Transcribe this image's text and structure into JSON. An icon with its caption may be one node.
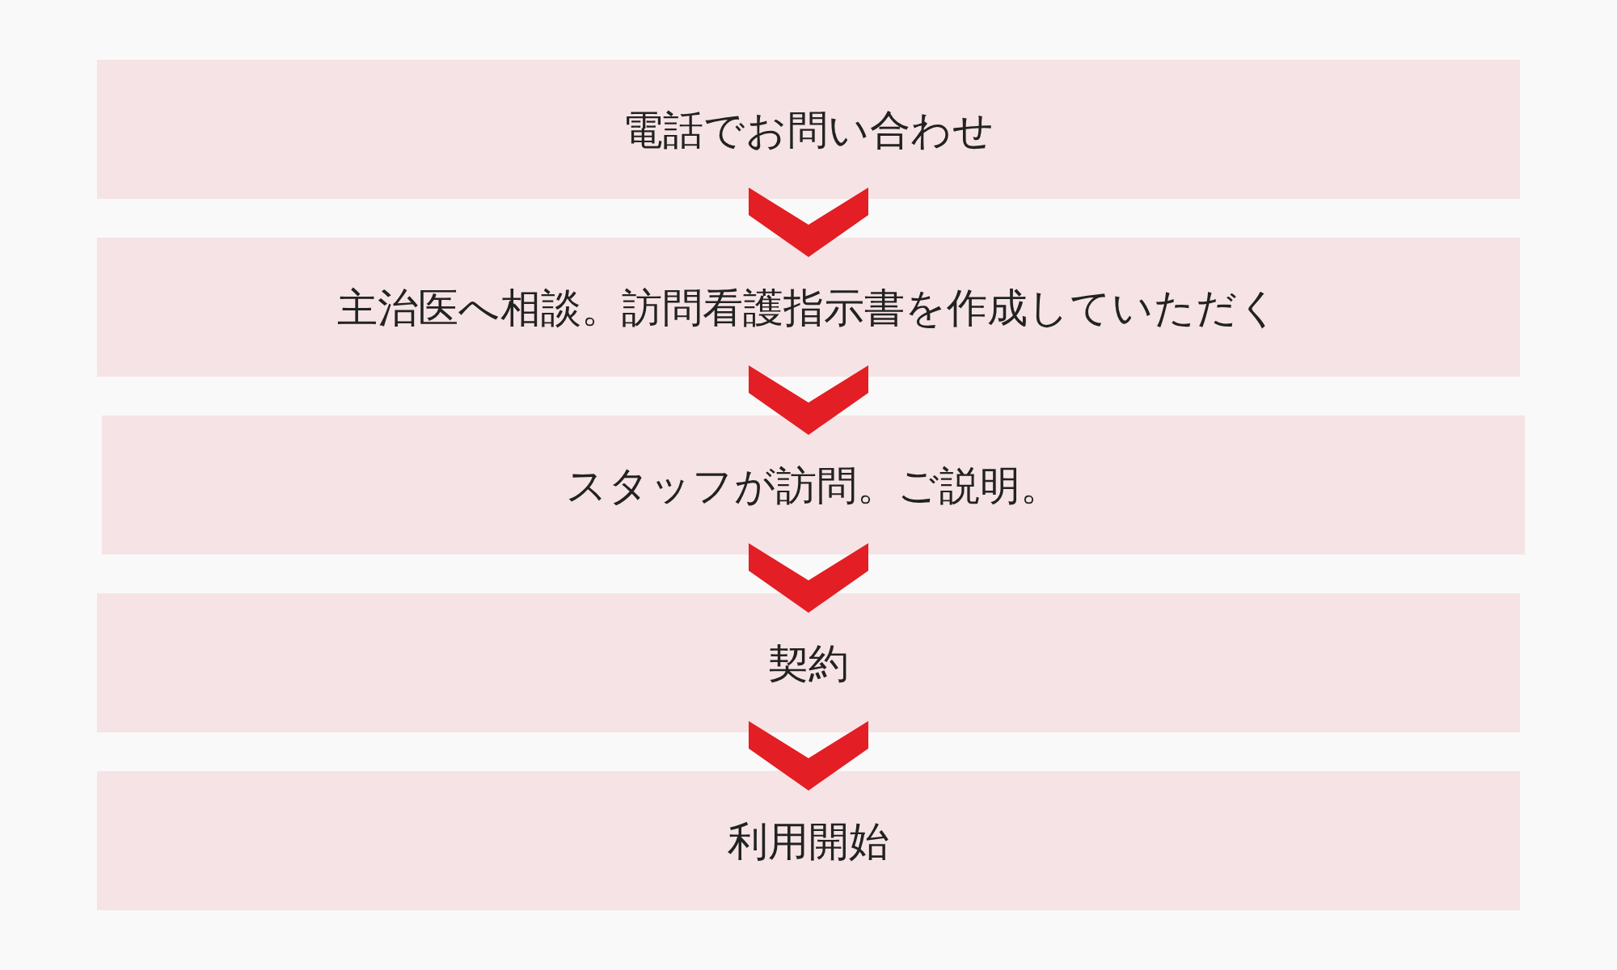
{
  "diagram": {
    "nodes": [
      {
        "text": [
          "電話でお問い合わせ"
        ]
      },
      {
        "text": [
          "主治医へ相談。訪問看護指示書を作成していただく"
        ]
      },
      {
        "text": [
          "スタッフが訪問。ご説明。"
        ]
      },
      {
        "text": [
          "契約"
        ]
      },
      {
        "text": [
          "利用開始"
        ]
      }
    ],
    "edges": [
      {
        "from": 0,
        "to": 1,
        "arrow": "to"
      },
      {
        "from": 1,
        "to": 2,
        "arrow": "to"
      },
      {
        "from": 2,
        "to": 3,
        "arrow": "to"
      },
      {
        "from": 3,
        "to": 4,
        "arrow": "to"
      }
    ]
  }
}
